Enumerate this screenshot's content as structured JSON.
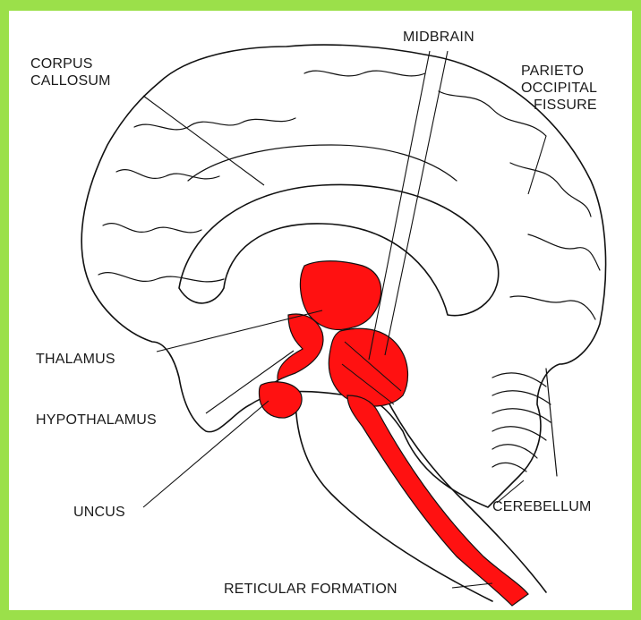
{
  "frame": {
    "border_color": "#9BE04A",
    "highlight_color": "#FF1111"
  },
  "labels": {
    "corpus_callosum": [
      "CORPUS",
      "CALLOSUM"
    ],
    "midbrain": "MIDBRAIN",
    "parieto_occipital_fissure": [
      "PARIETO",
      "OCCIPITAL",
      "FISSURE"
    ],
    "thalamus": "THALAMUS",
    "hypothalamus": "HYPOTHALAMUS",
    "uncus": "UNCUS",
    "cerebellum": "CEREBELLUM",
    "reticular_formation": "RETICULAR FORMATION"
  }
}
